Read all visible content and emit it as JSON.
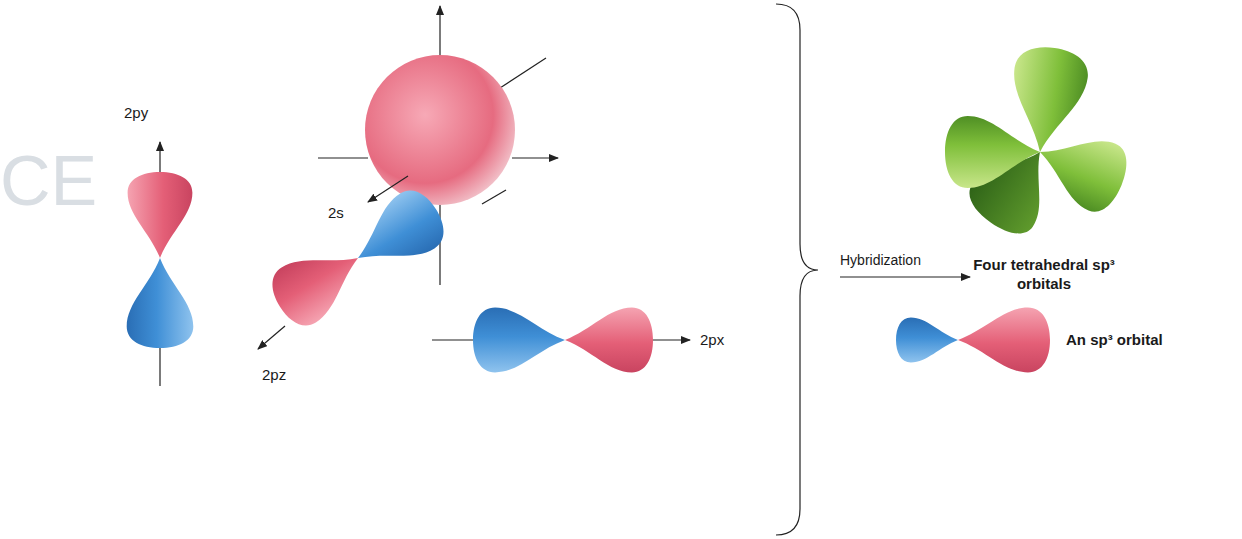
{
  "diagram": {
    "labels": [
      "2s",
      "Hybridization",
      "2py",
      "Four tetrahedral sp³ orbitals",
      "CE",
      "2pz",
      "2px",
      "An sp³ orbital"
    ]
  }
}
